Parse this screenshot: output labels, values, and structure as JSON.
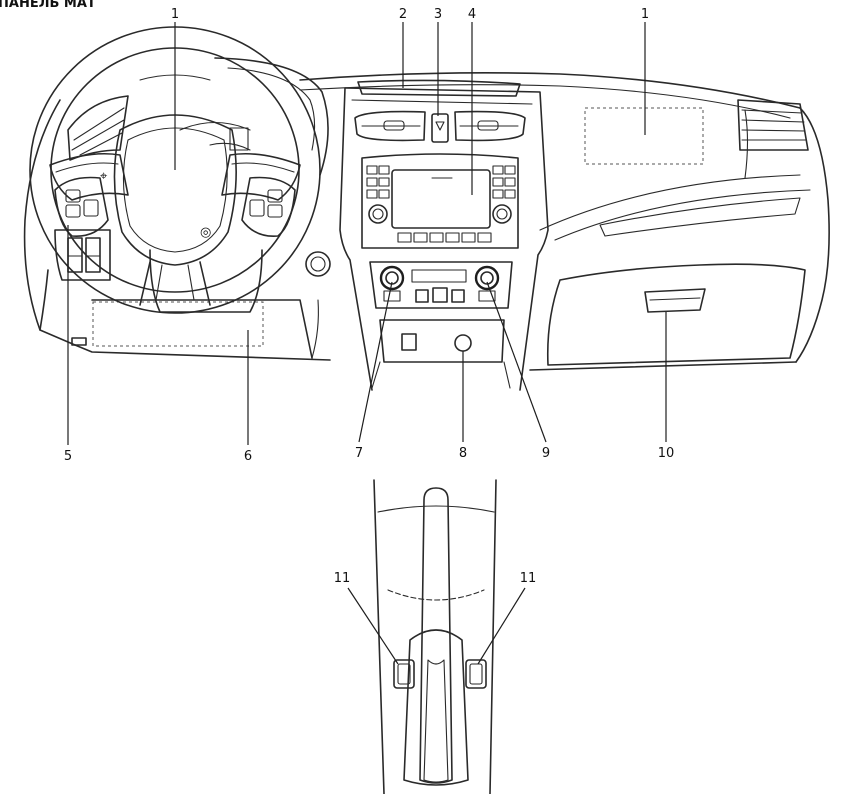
{
  "header_fragment": "ПАНЕЛЬ МАТ",
  "callouts": {
    "c1_left": "1",
    "c1_right": "1",
    "c2": "2",
    "c3": "3",
    "c4": "4",
    "c5": "5",
    "c6": "6",
    "c7": "7",
    "c8": "8",
    "c9": "9",
    "c10": "10",
    "c11_left": "11",
    "c11_right": "11"
  },
  "colors": {
    "line": "#2a2a2a",
    "background": "#ffffff"
  }
}
